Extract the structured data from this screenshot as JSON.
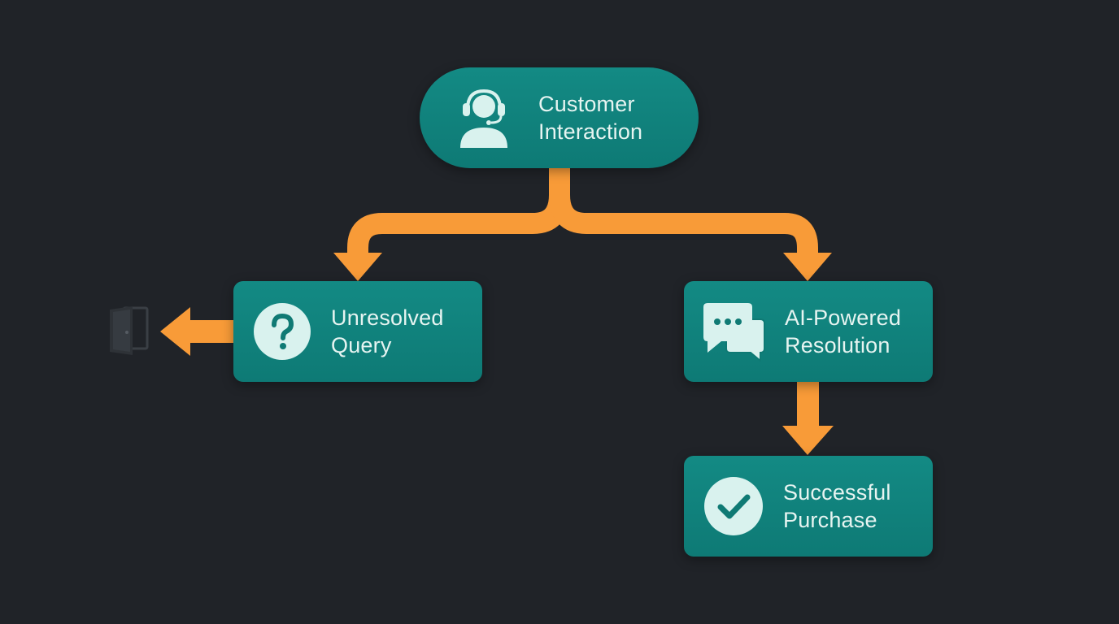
{
  "diagram": {
    "nodes": {
      "customer_interaction": {
        "label_line1": "Customer",
        "label_line2": "Interaction",
        "icon": "headset-agent-icon"
      },
      "unresolved_query": {
        "label_line1": "Unresolved",
        "label_line2": "Query",
        "icon": "question-mark-icon"
      },
      "ai_resolution": {
        "label_line1": "AI-Powered",
        "label_line2": "Resolution",
        "icon": "chat-bubbles-icon"
      },
      "successful_purchase": {
        "label_line1": "Successful",
        "label_line2": "Purchase",
        "icon": "checkmark-icon"
      }
    },
    "exit_icon": "exit-door-icon",
    "colors": {
      "background": "#202328",
      "node_fill": "#138a84",
      "arrow": "#f7993a",
      "icon_fill": "#d9f2ee",
      "icon_dark": "#0f7a74",
      "text": "#e6f4f1"
    }
  }
}
